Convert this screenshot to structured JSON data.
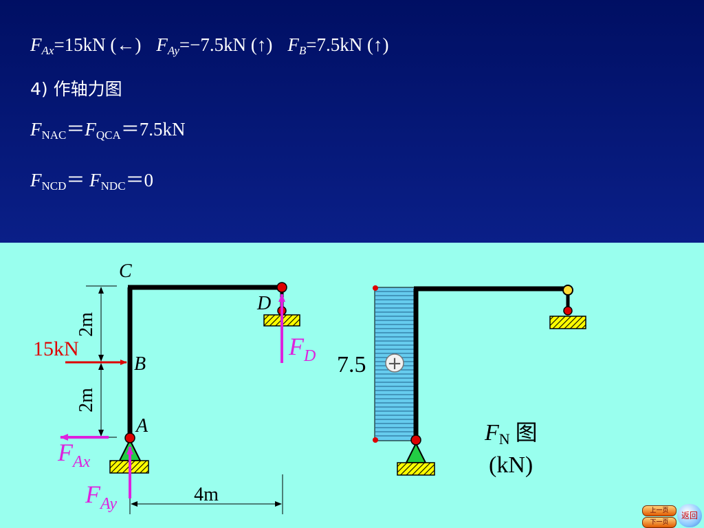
{
  "results_line": {
    "fax_sym": "F",
    "fax_sub": "Ax",
    "fax_val": "=15kN  (←)",
    "fay_sym": "F",
    "fay_sub": "Ay",
    "fay_val": "=−7.5kN  (↑)",
    "fb_sym": "F",
    "fb_sub": "B",
    "fb_val": "=7.5kN  (↑)"
  },
  "step_heading": "4) 作轴力图",
  "eq1": {
    "f1": "F",
    "s1": "NAC",
    "mid": "＝",
    "f2": "F",
    "s2": "QCA",
    "val": "＝7.5kN"
  },
  "eq2": {
    "f1": "F",
    "s1": "NCD",
    "mid": "＝ ",
    "f2": "F",
    "s2": "NDC",
    "val": "＝0"
  },
  "frame": {
    "node_c": "C",
    "node_d": "D",
    "node_b": "B",
    "node_a": "A",
    "dim_upper": "2m",
    "dim_lower": "2m",
    "dim_span": "4m",
    "load_label": "15kN",
    "fd_sym": "F",
    "fd_sub": "D",
    "fax_sym": "F",
    "fax_sub": "Ax",
    "fay_sym": "F",
    "fay_sub": "Ay"
  },
  "axial_diagram": {
    "value": "7.5",
    "sign": "+",
    "title_sym": "F",
    "title_sub": "N",
    "title_word": "图",
    "unit": "(kN)"
  },
  "nav": {
    "prev": "上一页",
    "next": "下一页",
    "back": "返回"
  },
  "colors": {
    "top_bg": "#000f63",
    "bottom_bg": "#99ffee",
    "member": "#000000",
    "reaction": "#dd22dd",
    "load": "#dd0000",
    "joint": "#dd0000",
    "support": "#22cc44",
    "hatch": "#ffff00",
    "axial_fill": "#66ccee"
  },
  "chart_data": {
    "type": "axial force diagram",
    "members": [
      {
        "member": "AC",
        "axial_force_kN": 7.5,
        "sign": "+"
      },
      {
        "member": "CD",
        "axial_force_kN": 0
      }
    ],
    "reactions_kN": {
      "FAx": 15,
      "FAy": -7.5,
      "FB": 7.5
    },
    "applied_load_kN": 15,
    "dimensions_m": {
      "AB": 2,
      "BC": 2,
      "CD": 4
    }
  }
}
